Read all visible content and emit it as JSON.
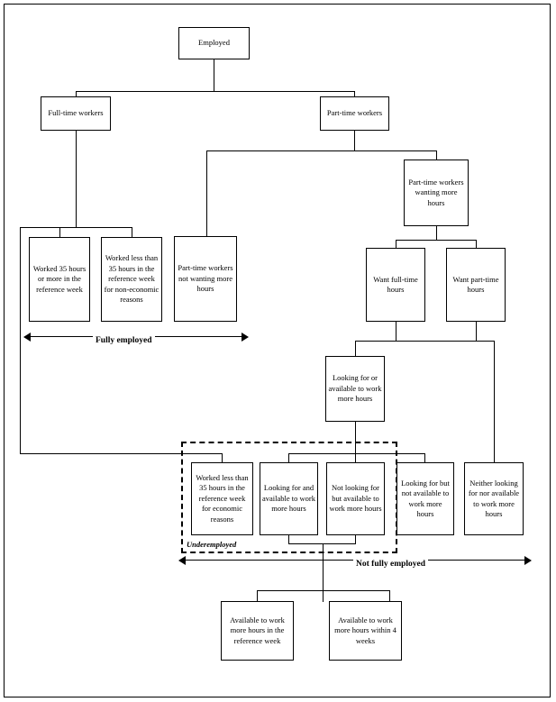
{
  "diagram": {
    "title": "Employment classification flowchart",
    "line_color": "#000000",
    "box_fill": "#ffffff",
    "page_background": "#ffffff"
  },
  "nodes": {
    "employed": "Employed",
    "full_time_workers": "Full-time workers",
    "part_time_workers": "Part-time workers",
    "worked_35_or_more": "Worked 35 hours or more in the reference week",
    "worked_less_non_economic": "Worked less than 35 hours in the reference week for non-economic reasons",
    "pt_not_wanting_more": "Part-time workers not wanting more hours",
    "pt_wanting_more": "Part-time workers wanting more hours",
    "want_full_time_hours": "Want full-time hours",
    "want_part_time_hours": "Want part-time hours",
    "looking_or_available": "Looking for or available to work more hours",
    "worked_less_economic": "Worked less than 35 hours in the reference week for economic reasons",
    "looking_and_available": "Looking for and available to work more hours",
    "not_looking_but_available": "Not looking for but available to work more hours",
    "looking_but_not_available": "Looking for but not available to work more hours",
    "neither_looking_nor_available": "Neither looking for nor available to work more hours",
    "available_in_reference_week": "Available to work more hours in the reference week",
    "available_within_4_weeks": "Available to work more hours within 4 weeks"
  },
  "annotations": {
    "fully_employed": "Fully employed",
    "underemployed": "Underemployed",
    "not_fully_employed": "Not fully employed"
  }
}
